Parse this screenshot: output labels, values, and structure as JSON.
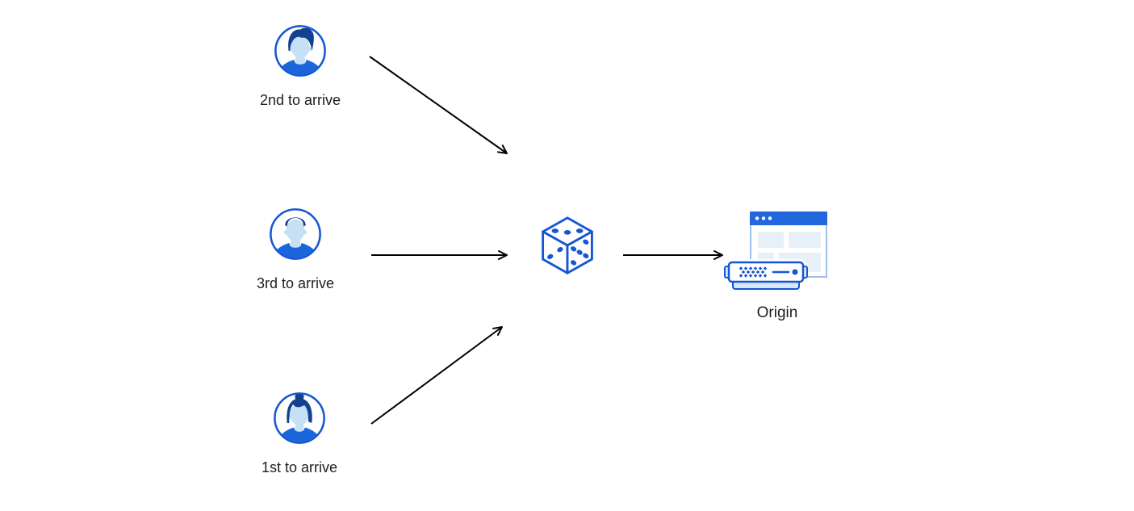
{
  "diagram": {
    "users": [
      {
        "label": "2nd to arrive",
        "avatar_icon": "man-swept-hair-avatar-icon"
      },
      {
        "label": "3rd to arrive",
        "avatar_icon": "man-short-hair-avatar-icon"
      },
      {
        "label": "1st to arrive",
        "avatar_icon": "woman-bun-avatar-icon"
      }
    ],
    "router": {
      "icon": "dice-icon"
    },
    "origin": {
      "label": "Origin",
      "icons": [
        "browser-window-icon",
        "server-icon"
      ]
    },
    "arrows": [
      {
        "from": "user-2nd-to-arrive",
        "to": "dice"
      },
      {
        "from": "user-3rd-to-arrive",
        "to": "dice"
      },
      {
        "from": "user-1st-to-arrive",
        "to": "dice"
      },
      {
        "from": "dice",
        "to": "origin"
      }
    ],
    "colors": {
      "accent_blue": "#1656d4",
      "shirt_blue": "#1c66dc",
      "hair_navy": "#12418f",
      "face_light_blue": "#c6e0f5",
      "titlebar_blue": "#2268dc",
      "window_border_blue": "#9fc0ec",
      "panel_light_blue": "#e7f0f9",
      "server_base_blue": "#d6e7f8",
      "arrow_black": "#000000",
      "text_color": "#1d1d1f"
    }
  }
}
